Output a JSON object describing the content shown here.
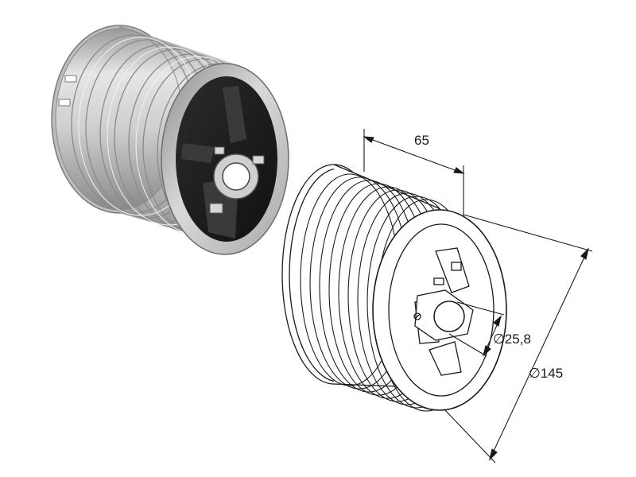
{
  "dimensions": {
    "width": "65",
    "inner_diameter": "∅25,8",
    "outer_diameter": "∅145"
  }
}
